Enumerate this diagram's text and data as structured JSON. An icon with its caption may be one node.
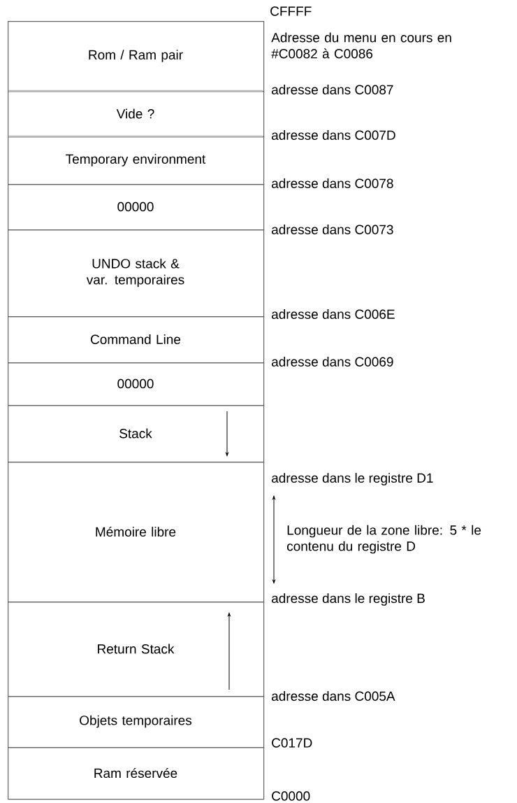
{
  "diagram": {
    "nodes": [
      {
        "text": [
          "Rom / Ram pair"
        ]
      },
      {
        "text": [
          "Vide ?"
        ]
      },
      {
        "text": [
          "Temporary environment"
        ]
      },
      {
        "text": [
          "00000"
        ]
      },
      {
        "text": [
          "UNDO stack & var. temporaires"
        ]
      },
      {
        "text": [
          "Command Line"
        ]
      },
      {
        "text": [
          "00000"
        ]
      },
      {
        "text": [
          "Stack"
        ]
      },
      {
        "text": [
          "Mémoire libre"
        ]
      },
      {
        "text": [
          "Return Stack"
        ]
      },
      {
        "text": [
          "Objets temporaires"
        ]
      },
      {
        "text": [
          "Ram réservée"
        ]
      }
    ],
    "labels": [
      "CFFFF",
      "Adresse du menu en cours en #C0082 à C0086",
      "adresse dans C0087",
      "adresse dans C007D",
      "adresse dans C0078",
      "adresse dans C0073",
      "adresse dans C006E",
      "adresse dans C0069",
      "adresse dans le registre D1",
      "Longueur de la zone libre: 5 * le contenu du registre D",
      "adresse dans le registre B",
      "adresse dans C005A",
      "C017D",
      "C0000"
    ]
  }
}
